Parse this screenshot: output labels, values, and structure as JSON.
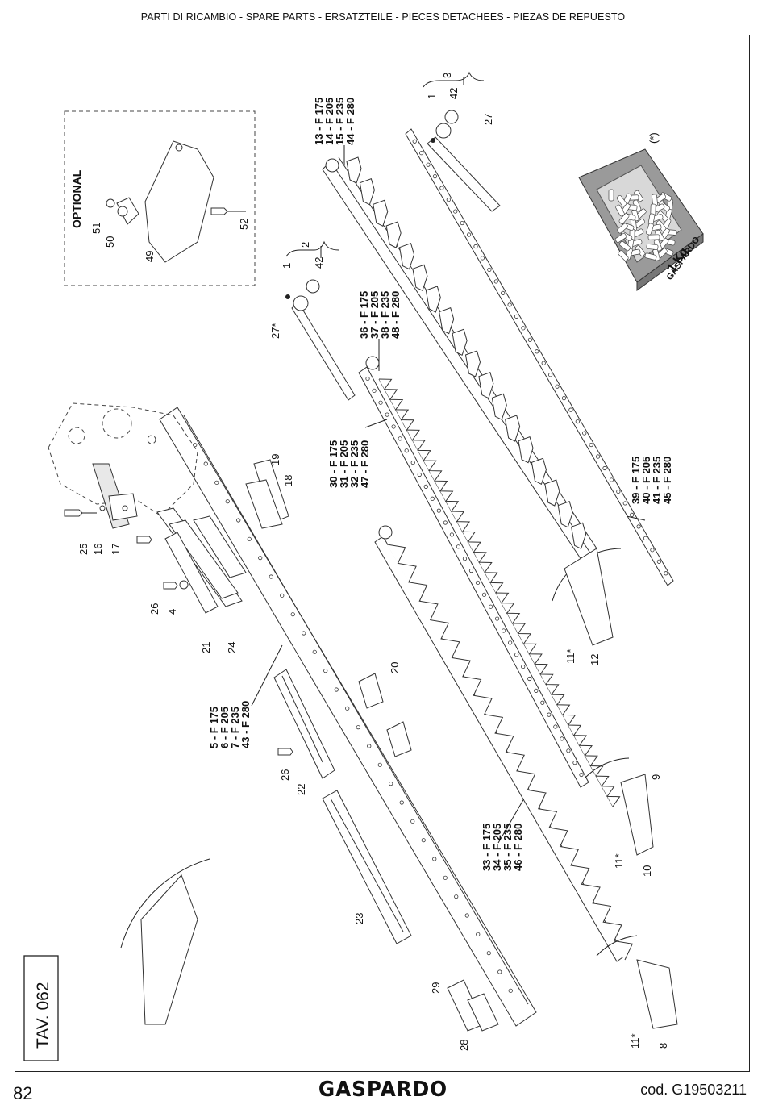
{
  "header": "PARTI DI RICAMBIO - SPARE PARTS - ERSATZTEILE - PIECES DETACHEES - PIEZAS DE REPUESTO",
  "table_label": "TAV. 062",
  "page_number": "82",
  "brand": "GASPARDO",
  "code": "cod.  G19503211",
  "optional_label": "OPTIONAL",
  "box": {
    "weight": "1 Kg",
    "brand": "GASPARDO",
    "note": "(*)"
  },
  "callouts": {
    "c1a": "1",
    "c1b": "1",
    "c2": "2",
    "c3": "3",
    "c4": "4",
    "c8": "8",
    "c9": "9",
    "c10": "10",
    "c11a": "11*",
    "c11b": "11*",
    "c11c": "11*",
    "c12": "12",
    "c16": "16",
    "c17": "17",
    "c18": "18",
    "c19": "19",
    "c20": "20",
    "c21": "21",
    "c22": "22",
    "c23": "23",
    "c24": "24",
    "c25": "25",
    "c26a": "26",
    "c26b": "26",
    "c27a": "27",
    "c27b": "27*",
    "c28": "28",
    "c29": "29",
    "c42a": "42",
    "c42b": "42",
    "c49": "49",
    "c50": "50",
    "c51": "51",
    "c52": "52"
  },
  "part_groups": {
    "g13": [
      "13 - F 175",
      "14 - F 205",
      "15 - F 235",
      "44 - F 280"
    ],
    "g36": [
      "36 - F 175",
      "37 - F 205",
      "38 - F 235",
      "48 - F 280"
    ],
    "g30": [
      "30 - F 175",
      "31 - F 205",
      "32 - F 235",
      "47 - F 280"
    ],
    "g39": [
      "39 - F 175",
      "40 - F 205",
      "41 - F 235",
      "45 - F 280"
    ],
    "g5": [
      "5 - F 175",
      "6 - F 205",
      "7 - F 235",
      "43 - F 280"
    ],
    "g33": [
      "33 - F 175",
      "34 - F 205",
      "35 - F 235",
      "46 - F 280"
    ]
  }
}
